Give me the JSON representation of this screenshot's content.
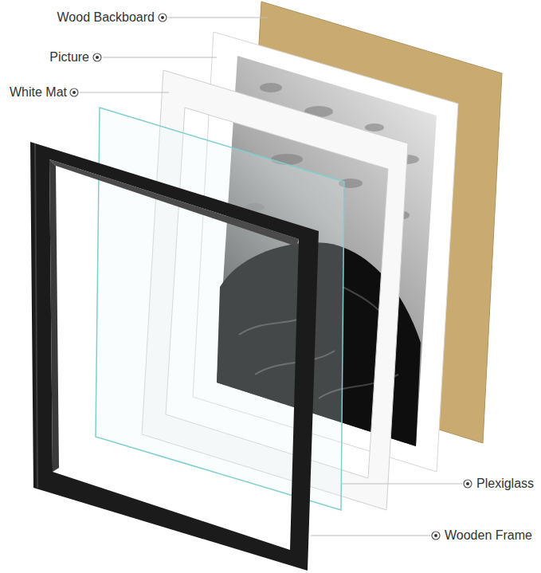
{
  "diagram": {
    "labels": [
      "Wood Backboard",
      "Picture",
      "White Mat",
      "Plexiglass",
      "Wooden Frame"
    ]
  }
}
